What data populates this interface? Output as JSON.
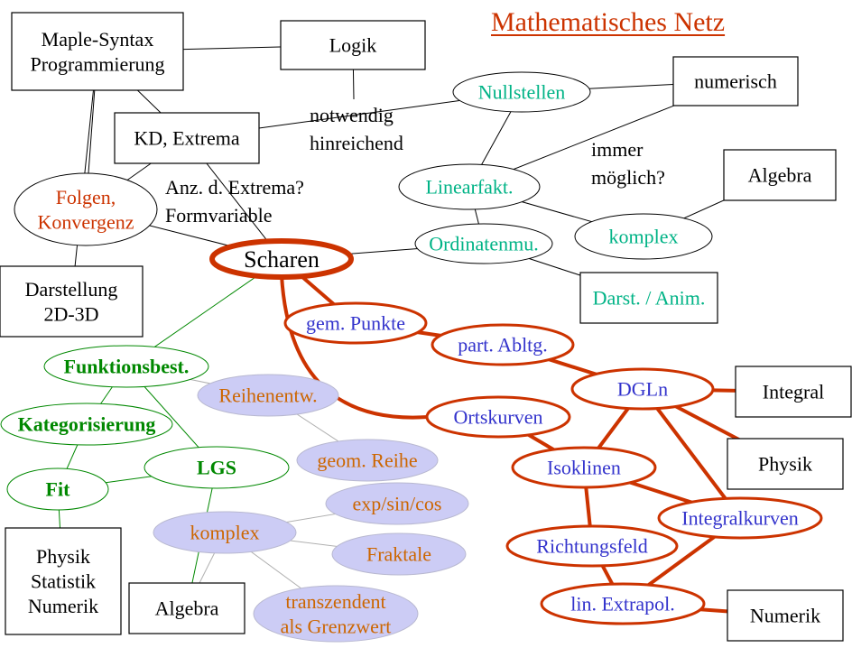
{
  "title": "Mathematisches Netz",
  "colors": {
    "title": "#cc3300",
    "accent_red": "#cc3300",
    "teal_text": "#00b386",
    "blue_text": "#3333cc",
    "green": "#008800",
    "orange_text": "#cc6600",
    "lavender_fill": "#ccccf5",
    "black": "#000000"
  },
  "nodes": [
    {
      "id": "maple",
      "shape": "box",
      "lines": [
        "Maple-Syntax",
        "Programmierung"
      ],
      "style": "black"
    },
    {
      "id": "logik",
      "shape": "box",
      "lines": [
        "Logik"
      ],
      "style": "black"
    },
    {
      "id": "kd",
      "shape": "box",
      "lines": [
        "KD, Extrema"
      ],
      "style": "black"
    },
    {
      "id": "folgen",
      "shape": "ellipse",
      "lines": [
        "Folgen,",
        "Konvergenz"
      ],
      "style": "red-text"
    },
    {
      "id": "darst",
      "shape": "box",
      "lines": [
        "Darstellung",
        "2D-3D"
      ],
      "style": "black"
    },
    {
      "id": "scharen",
      "shape": "ellipse",
      "lines": [
        "Scharen"
      ],
      "style": "center"
    },
    {
      "id": "nullst",
      "shape": "ellipse",
      "lines": [
        "Nullstellen"
      ],
      "style": "teal"
    },
    {
      "id": "numerisch",
      "shape": "box",
      "lines": [
        "numerisch"
      ],
      "style": "black"
    },
    {
      "id": "linfakt",
      "shape": "ellipse",
      "lines": [
        "Linearfakt."
      ],
      "style": "teal"
    },
    {
      "id": "algebra1",
      "shape": "box",
      "lines": [
        "Algebra"
      ],
      "style": "black"
    },
    {
      "id": "komplex1",
      "shape": "ellipse",
      "lines": [
        "komplex"
      ],
      "style": "teal"
    },
    {
      "id": "ordin",
      "shape": "ellipse",
      "lines": [
        "Ordinatenmu."
      ],
      "style": "teal"
    },
    {
      "id": "darstanim",
      "shape": "box",
      "lines": [
        "Darst. / Anim."
      ],
      "style": "teal-box"
    },
    {
      "id": "gempunkte",
      "shape": "ellipse",
      "lines": [
        "gem. Punkte"
      ],
      "style": "red"
    },
    {
      "id": "partabl",
      "shape": "ellipse",
      "lines": [
        "part. Abltg."
      ],
      "style": "red"
    },
    {
      "id": "dgln",
      "shape": "ellipse",
      "lines": [
        "DGLn"
      ],
      "style": "red"
    },
    {
      "id": "integral",
      "shape": "box",
      "lines": [
        "Integral"
      ],
      "style": "black"
    },
    {
      "id": "ortsk",
      "shape": "ellipse",
      "lines": [
        "Ortskurven"
      ],
      "style": "red"
    },
    {
      "id": "physik",
      "shape": "box",
      "lines": [
        "Physik"
      ],
      "style": "black"
    },
    {
      "id": "isokl",
      "shape": "ellipse",
      "lines": [
        "Isoklinen"
      ],
      "style": "red"
    },
    {
      "id": "intkurv",
      "shape": "ellipse",
      "lines": [
        "Integralkurven"
      ],
      "style": "red"
    },
    {
      "id": "richt",
      "shape": "ellipse",
      "lines": [
        "Richtungsfeld"
      ],
      "style": "red"
    },
    {
      "id": "linextra",
      "shape": "ellipse",
      "lines": [
        "lin. Extrapol."
      ],
      "style": "red"
    },
    {
      "id": "numerik",
      "shape": "box",
      "lines": [
        "Numerik"
      ],
      "style": "black"
    },
    {
      "id": "funktb",
      "shape": "ellipse",
      "lines": [
        "Funktionsbest."
      ],
      "style": "green"
    },
    {
      "id": "kateg",
      "shape": "ellipse",
      "lines": [
        "Kategorisierung"
      ],
      "style": "green"
    },
    {
      "id": "fit",
      "shape": "ellipse",
      "lines": [
        "Fit"
      ],
      "style": "green"
    },
    {
      "id": "lgs",
      "shape": "ellipse",
      "lines": [
        "LGS"
      ],
      "style": "green"
    },
    {
      "id": "pstat",
      "shape": "box",
      "lines": [
        "Physik",
        "Statistik",
        "Numerik"
      ],
      "style": "black"
    },
    {
      "id": "algebra2",
      "shape": "box",
      "lines": [
        "Algebra"
      ],
      "style": "black"
    },
    {
      "id": "reihen",
      "shape": "ellipse",
      "lines": [
        "Reihenentw."
      ],
      "style": "lavender"
    },
    {
      "id": "geomr",
      "shape": "ellipse",
      "lines": [
        "geom. Reihe"
      ],
      "style": "lavender"
    },
    {
      "id": "expsin",
      "shape": "ellipse",
      "lines": [
        "exp/sin/cos"
      ],
      "style": "lavender"
    },
    {
      "id": "komplex2",
      "shape": "ellipse",
      "lines": [
        "komplex"
      ],
      "style": "lavender"
    },
    {
      "id": "fraktale",
      "shape": "ellipse",
      "lines": [
        "Fraktale"
      ],
      "style": "lavender"
    },
    {
      "id": "transz",
      "shape": "ellipse",
      "lines": [
        "transzendent",
        "als Grenzwert"
      ],
      "style": "lavender"
    }
  ],
  "edges": [
    {
      "from": "maple",
      "to": "logik",
      "style": "thin"
    },
    {
      "from": "maple",
      "to": "kd",
      "style": "thin"
    },
    {
      "from": "maple",
      "to": "folgen",
      "style": "thin"
    },
    {
      "from": "maple",
      "to": "darst",
      "style": "thin"
    },
    {
      "from": "logik",
      "to": "annot_notwendig",
      "style": "thin"
    },
    {
      "from": "kd",
      "to": "folgen",
      "style": "thin"
    },
    {
      "from": "kd",
      "to": "nullst",
      "style": "thin"
    },
    {
      "from": "kd",
      "to": "scharen",
      "style": "thin"
    },
    {
      "from": "folgen",
      "to": "scharen",
      "style": "thin"
    },
    {
      "from": "nullst",
      "to": "numerisch",
      "style": "thin"
    },
    {
      "from": "nullst",
      "to": "linfakt",
      "style": "thin"
    },
    {
      "from": "linfakt",
      "to": "numerisch",
      "style": "thin"
    },
    {
      "from": "linfakt",
      "to": "komplex1",
      "style": "thin"
    },
    {
      "from": "komplex1",
      "to": "algebra1",
      "style": "thin"
    },
    {
      "from": "linfakt",
      "to": "ordin",
      "style": "thin"
    },
    {
      "from": "scharen",
      "to": "ordin",
      "style": "thin"
    },
    {
      "from": "ordin",
      "to": "darstanim",
      "style": "thin"
    },
    {
      "from": "scharen",
      "to": "gempunkte",
      "style": "thick"
    },
    {
      "from": "scharen",
      "to": "ortsk",
      "style": "thick-curve"
    },
    {
      "from": "gempunkte",
      "to": "partabl",
      "style": "thick"
    },
    {
      "from": "partabl",
      "to": "dgln",
      "style": "thick"
    },
    {
      "from": "dgln",
      "to": "integral",
      "style": "thick"
    },
    {
      "from": "dgln",
      "to": "physik",
      "style": "thick"
    },
    {
      "from": "dgln",
      "to": "isokl",
      "style": "thick"
    },
    {
      "from": "dgln",
      "to": "intkurv",
      "style": "thick"
    },
    {
      "from": "ortsk",
      "to": "isokl",
      "style": "thick"
    },
    {
      "from": "isokl",
      "to": "intkurv",
      "style": "thick"
    },
    {
      "from": "isokl",
      "to": "richt",
      "style": "thick"
    },
    {
      "from": "richt",
      "to": "linextra",
      "style": "thick"
    },
    {
      "from": "intkurv",
      "to": "linextra",
      "style": "thick"
    },
    {
      "from": "linextra",
      "to": "numerik",
      "style": "thick"
    },
    {
      "from": "scharen",
      "to": "funktb",
      "style": "green"
    },
    {
      "from": "funktb",
      "to": "kateg",
      "style": "green"
    },
    {
      "from": "funktb",
      "to": "lgs",
      "style": "green"
    },
    {
      "from": "kateg",
      "to": "fit",
      "style": "green"
    },
    {
      "from": "fit",
      "to": "lgs",
      "style": "green"
    },
    {
      "from": "fit",
      "to": "pstat",
      "style": "green"
    },
    {
      "from": "lgs",
      "to": "algebra2",
      "style": "green"
    },
    {
      "from": "funktb",
      "to": "reihen",
      "style": "grey"
    },
    {
      "from": "reihen",
      "to": "geomr",
      "style": "grey"
    },
    {
      "from": "komplex2",
      "to": "expsin",
      "style": "grey"
    },
    {
      "from": "komplex2",
      "to": "fraktale",
      "style": "grey"
    },
    {
      "from": "komplex2",
      "to": "transz",
      "style": "grey"
    },
    {
      "from": "komplex2",
      "to": "algebra2",
      "style": "grey"
    }
  ],
  "annotations": [
    {
      "id": "annot_notwendig",
      "lines": [
        "notwendig",
        "hinreichend"
      ]
    },
    {
      "id": "annot_anz",
      "lines": [
        "Anz. d. Extrema?",
        "Formvariable"
      ]
    },
    {
      "id": "annot_immer",
      "lines": [
        "immer",
        "möglich?"
      ]
    }
  ]
}
